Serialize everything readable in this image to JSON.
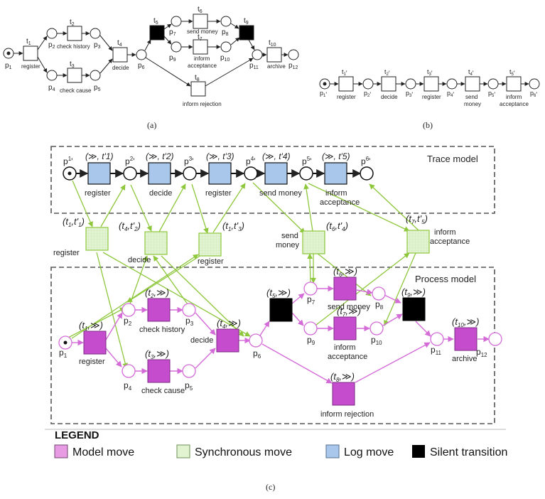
{
  "captions": {
    "a": "(a)",
    "b": "(b)",
    "c": "(c)"
  },
  "colors": {
    "model_move": "#e79be3",
    "model_move_dark": "#c44ccd",
    "sync_move": "#e2f3d2",
    "sync_edge": "#8ec73c",
    "log_move": "#a9c7ea",
    "silent": "#000000",
    "model_edge": "#d46cd8"
  },
  "net_a": {
    "places": [
      "p1",
      "p2",
      "p3",
      "p4",
      "p5",
      "p6",
      "p7",
      "p8",
      "p9",
      "p10",
      "p11",
      "p12"
    ],
    "transitions": [
      {
        "id": "t1",
        "label": "register"
      },
      {
        "id": "t2",
        "label": "check history"
      },
      {
        "id": "t3",
        "label": "check cause"
      },
      {
        "id": "t4",
        "label": "decide"
      },
      {
        "id": "t5",
        "label": ""
      },
      {
        "id": "t6",
        "label": "send money"
      },
      {
        "id": "t7",
        "label": "inform acceptance"
      },
      {
        "id": "t8",
        "label": "inform rejection"
      },
      {
        "id": "t9",
        "label": ""
      },
      {
        "id": "t10",
        "label": "archive"
      }
    ]
  },
  "net_b": {
    "places": [
      "p1'",
      "p2'",
      "p3'",
      "p4'",
      "p5'",
      "p6'"
    ],
    "transitions": [
      {
        "id": "t1'",
        "label": "register"
      },
      {
        "id": "t2'",
        "label": "decide"
      },
      {
        "id": "t3'",
        "label": "register"
      },
      {
        "id": "t4'",
        "label": "send money"
      },
      {
        "id": "t5'",
        "label": "inform acceptance"
      }
    ]
  },
  "net_c": {
    "trace_title": "Trace model",
    "process_title": "Process model",
    "trace_places": [
      "p1'",
      "p2'",
      "p3'",
      "p4'",
      "p5'",
      "p6'"
    ],
    "log_moves": [
      {
        "move": "(≫, t'1)",
        "label": "register"
      },
      {
        "move": "(≫, t'2)",
        "label": "decide"
      },
      {
        "move": "(≫, t'3)",
        "label": "register"
      },
      {
        "move": "(≫, t'4)",
        "label": "send money"
      },
      {
        "move": "(≫, t'5)",
        "label": "inform acceptance"
      }
    ],
    "sync_moves": [
      {
        "move": "(t1,t'1)",
        "label": "register"
      },
      {
        "move": "(t4,t'2)",
        "label": "decide"
      },
      {
        "move": "(t1,t'3)",
        "label": "register"
      },
      {
        "move": "(t6,t'4)",
        "label": "send money"
      },
      {
        "move": "(t7,t'5)",
        "label": "inform acceptance"
      }
    ],
    "model_moves": [
      {
        "move": "(t1,≫)",
        "label": "register"
      },
      {
        "move": "(t2,≫)",
        "label": "check history"
      },
      {
        "move": "(t3,≫)",
        "label": "check cause"
      },
      {
        "move": "(t4,≫)",
        "label": "decide"
      },
      {
        "move": "(t6,≫)",
        "label": "send money"
      },
      {
        "move": "(t7,≫)",
        "label": "inform acceptance"
      },
      {
        "move": "(t8,≫)",
        "label": "inform rejection"
      },
      {
        "move": "(t10,≫)",
        "label": "archive"
      }
    ],
    "silent_moves": [
      {
        "move": "(t5,≫)"
      },
      {
        "move": "(t9,≫)"
      }
    ],
    "process_places": [
      "p1",
      "p2",
      "p3",
      "p4",
      "p5",
      "p6",
      "p7",
      "p8",
      "p9",
      "p10",
      "p11",
      "p12"
    ]
  },
  "legend": {
    "title": "LEGEND",
    "items": [
      {
        "label": "Model move",
        "color": "#e79be3"
      },
      {
        "label": "Synchronous move",
        "color": "#e2f3d2"
      },
      {
        "label": "Log move",
        "color": "#a9c7ea"
      },
      {
        "label": "Silent transition",
        "color": "#000000"
      }
    ]
  }
}
